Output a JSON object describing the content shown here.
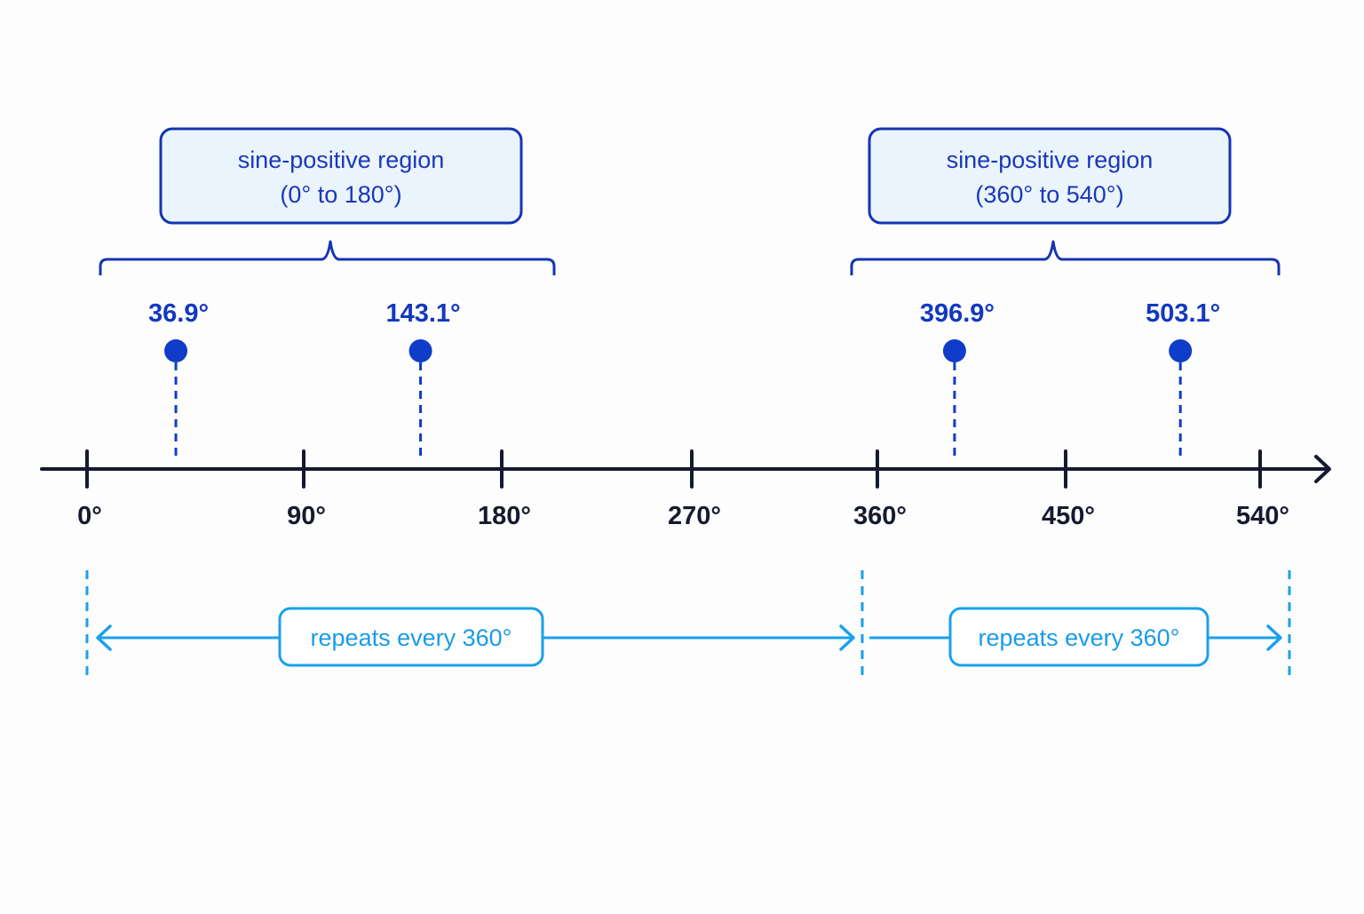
{
  "colors": {
    "axis": "#151a2e",
    "region_stroke": "#1535b0",
    "region_fill": "#eaf4fd",
    "point": "#0f3cc9",
    "repeat": "#1aa0ee"
  },
  "axis": {
    "ticks": [
      {
        "value": 0,
        "label": "0°"
      },
      {
        "value": 90,
        "label": "90°"
      },
      {
        "value": 180,
        "label": "180°"
      },
      {
        "value": 270,
        "label": "270°"
      },
      {
        "value": 360,
        "label": "360°"
      },
      {
        "value": 450,
        "label": "450°"
      },
      {
        "value": 540,
        "label": "540°"
      }
    ]
  },
  "regions": [
    {
      "title": "sine-positive region",
      "range": "(0° to 180°)",
      "start": 0,
      "end": 180
    },
    {
      "title": "sine-positive region",
      "range": "(360° to 540°)",
      "start": 360,
      "end": 540
    }
  ],
  "points": [
    {
      "value": 36.9,
      "label": "36.9°"
    },
    {
      "value": 143.1,
      "label": "143.1°"
    },
    {
      "value": 396.9,
      "label": "396.9°"
    },
    {
      "value": 503.1,
      "label": "503.1°"
    }
  ],
  "repeats": [
    {
      "label": "repeats every 360°",
      "start": 0,
      "end": 360
    },
    {
      "label": "repeats every 360°",
      "start": 360,
      "end": 540
    }
  ]
}
